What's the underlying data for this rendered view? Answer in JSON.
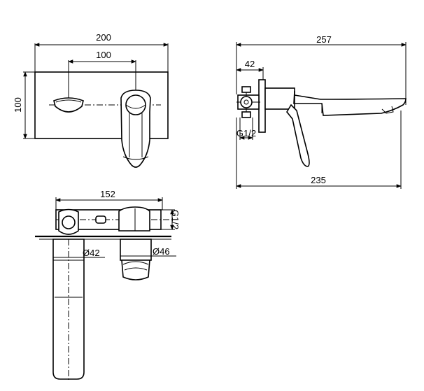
{
  "front_view": {
    "width_label": "200",
    "spacing_label": "100",
    "height_label": "100"
  },
  "side_view": {
    "overall_label": "257",
    "plate_label": "42",
    "thread_label": "G1/2",
    "depth_label": "235"
  },
  "top_view": {
    "length_label": "152",
    "thread_label": "G1/2",
    "spout_dia_label": "Ø42",
    "handle_dia_label": "Ø46"
  }
}
